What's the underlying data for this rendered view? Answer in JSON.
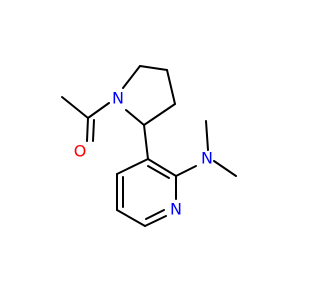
{
  "atoms": {
    "n_pyrrolidine": "N",
    "o_carbonyl": "O",
    "n_dimethylamino": "N",
    "n_pyridine": "N"
  },
  "colors": {
    "bond": "#000000",
    "nitrogen": "#0000ff",
    "oxygen": "#ff0000",
    "background": "#ffffff"
  }
}
